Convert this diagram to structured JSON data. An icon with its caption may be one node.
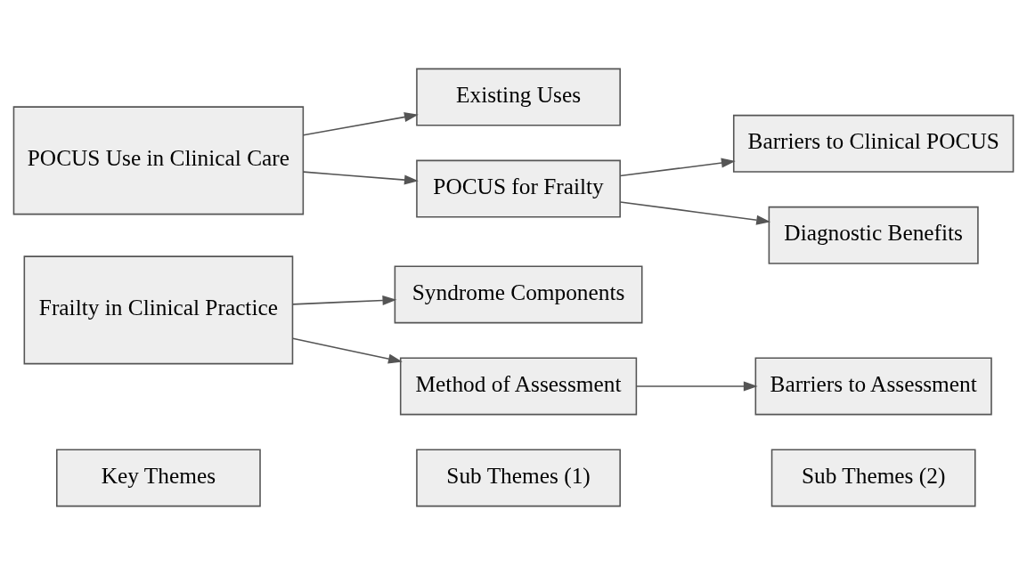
{
  "diagram": {
    "nodes": [
      {
        "text": [
          "Key Themes"
        ]
      },
      {
        "text": [
          "Sub Themes (1)"
        ]
      },
      {
        "text": [
          "Sub Themes (2)"
        ]
      },
      {
        "text": [
          "Frailty in Clinical Practice"
        ]
      },
      {
        "text": [
          "Syndrome Components"
        ]
      },
      {
        "text": [
          "Method of Assessment"
        ]
      },
      {
        "text": [
          "Barriers to Assessment"
        ]
      },
      {
        "text": [
          "POCUS Use in Clinical Care"
        ]
      },
      {
        "text": [
          "Existing Uses"
        ]
      },
      {
        "text": [
          "POCUS for Frailty"
        ]
      },
      {
        "text": [
          "Barriers to Clinical POCUS"
        ]
      },
      {
        "text": [
          "Diagnostic Benefits"
        ]
      }
    ],
    "edges": [
      {
        "from": 3,
        "to": 4,
        "arrow": "to"
      },
      {
        "from": 3,
        "to": 5,
        "arrow": "to"
      },
      {
        "from": 5,
        "to": 6,
        "arrow": "to"
      },
      {
        "from": 7,
        "to": 8,
        "arrow": "to"
      },
      {
        "from": 7,
        "to": 9,
        "arrow": "to"
      },
      {
        "from": 9,
        "to": 10,
        "arrow": "to"
      },
      {
        "from": 9,
        "to": 11,
        "arrow": "to"
      }
    ]
  }
}
